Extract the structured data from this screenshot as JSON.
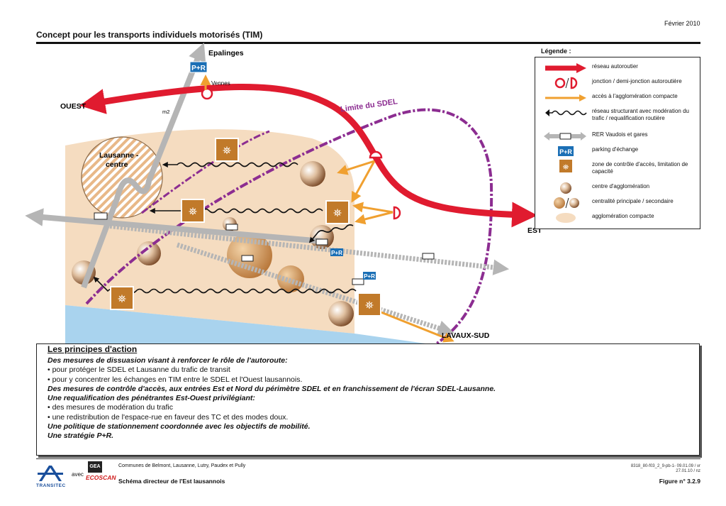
{
  "header": {
    "date": "Février 2010",
    "title": "Concept pour les transports individuels motorisés (TIM)"
  },
  "map": {
    "labels": {
      "epalinges": "Epalinges",
      "vennes": "Vennes",
      "ouest": "OUEST",
      "est": "EST",
      "lavaux_sud": "LAVAUX-SUD",
      "m2": "m2",
      "lausanne_centre_1": "Lausanne -",
      "lausanne_centre_2": "centre",
      "limite_sdel": "Limite du SDEL",
      "pr": "P+R"
    },
    "colors": {
      "motorway": "#e01b2f",
      "access": "#f0a030",
      "sdel_limit": "#8c2d91",
      "compact_agglo": "#f5dcc0",
      "lake": "#a9d3ee",
      "rer": "#bbbbbb",
      "pr_blue": "#1b6fb5",
      "control_zone": "#c17a2a"
    }
  },
  "legend": {
    "title": "Légende :",
    "items": [
      {
        "icon": "motorway-arrow-icon",
        "text": "réseau autoroutier"
      },
      {
        "icon": "junction-icon",
        "text": "jonction / demi-jonction autoroutière"
      },
      {
        "icon": "access-arrow-icon",
        "text": "accès à l'agglomération compacte"
      },
      {
        "icon": "wavy-arrow-icon",
        "text": "réseau structurant avec modération du trafic / requalification routière"
      },
      {
        "icon": "rer-icon",
        "text": "RER Vaudois et gares"
      },
      {
        "icon": "pr-icon",
        "text": "parking d'échange"
      },
      {
        "icon": "control-zone-icon",
        "text": "zone de contrôle d'accès, limitation de capacité"
      },
      {
        "icon": "agglo-centre-icon",
        "text": "centre d'agglomération"
      },
      {
        "icon": "centrality-icon",
        "text": "centralité principale / secondaire"
      },
      {
        "icon": "compact-agglo-icon",
        "text": "agglomération compacte"
      }
    ]
  },
  "principles": {
    "title": "Les principes d'action",
    "lines": [
      {
        "text": "Des mesures de dissuasion visant à renforcer le rôle de l'autoroute:",
        "style": "bi"
      },
      {
        "text": "• pour protéger le SDEL et Lausanne du trafic de transit",
        "style": "n"
      },
      {
        "text": "• pour y concentrer les échanges en TIM entre le SDEL et l'Ouest lausannois.",
        "style": "n"
      },
      {
        "text": "Des mesures de contrôle d'accès, aux entrées Est et Nord du périmètre SDEL et en franchissement de l'écran SDEL-Lausanne.",
        "style": "bi"
      },
      {
        "text": "Une requalification des pénétrantes Est-Ouest privilégiant:",
        "style": "bi"
      },
      {
        "text": "• des mesures de modération du trafic",
        "style": "n"
      },
      {
        "text": "• une redistribution de l'espace-rue en faveur des TC et des modes doux.",
        "style": "n"
      },
      {
        "text": "Une politique de stationnement coordonnée avec les objectifs de mobilité.",
        "style": "bi"
      },
      {
        "text": "Une stratégie P+R.",
        "style": "bi"
      }
    ]
  },
  "footer": {
    "communes": "Communes de Belmont, Lausanne, Lutry, Paudex et Pully",
    "schema": "Schéma directeur de l'Est lausannois",
    "ref1": "8318_80-f03_2_9-pb-1- 09.01.09 / vr",
    "ref2": "27.01.10 / nz",
    "figure": "Figure n° 3.2.9",
    "logo_transitec": "TRANSITEC",
    "avec": "avec",
    "logo_gea": "GEA",
    "logo_ecoscan": "ECOSCAN"
  }
}
